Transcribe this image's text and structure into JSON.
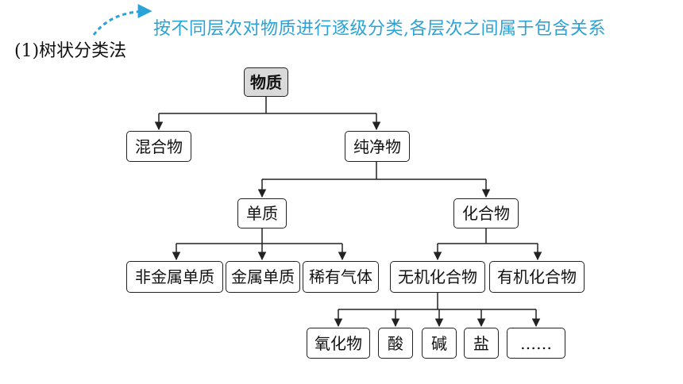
{
  "heading": "(1)树状分类法",
  "note": "按不同层次对物质进行逐级分类,各层次之间属于包含关系",
  "colors": {
    "note": "#29a3d8",
    "root_fill": "#d9d9d9"
  },
  "tree": {
    "root": "物质",
    "level1": {
      "mixture": "混合物",
      "pure": "纯净物"
    },
    "level2": {
      "element": "单质",
      "compound": "化合物"
    },
    "level3": {
      "nonmetal": "非金属单质",
      "metal": "金属单质",
      "noble_gas": "稀有气体",
      "inorganic": "无机化合物",
      "organic": "有机化合物"
    },
    "level4": {
      "oxide": "氧化物",
      "acid": "酸",
      "base": "碱",
      "salt": "盐",
      "etc": "……"
    }
  }
}
